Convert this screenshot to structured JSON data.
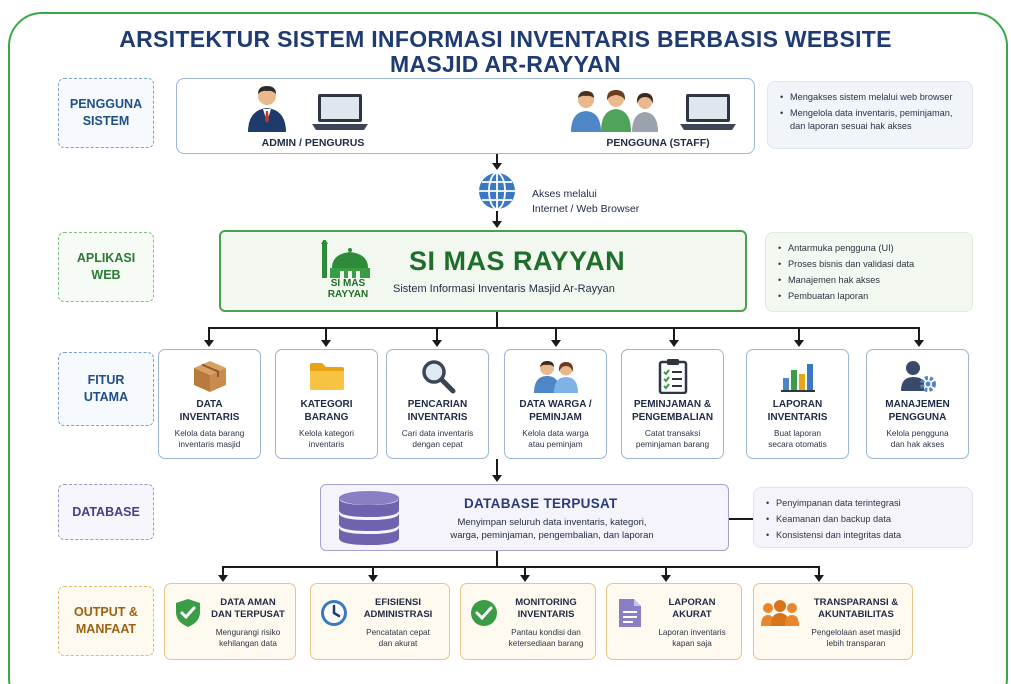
{
  "title": {
    "line1": "ARSITEKTUR SISTEM INFORMASI INVENTARIS BERBASIS WEBSITE",
    "line2": "MASJID AR-RAYYAN"
  },
  "layers": {
    "users": "PENGGUNA\nSISTEM",
    "app": "APLIKASI\nWEB",
    "features": "FITUR\nUTAMA",
    "database": "DATABASE",
    "output": "OUTPUT &\nMANFAAT"
  },
  "users": {
    "admin_label": "ADMIN / PENGURUS",
    "staff_label": "PENGGUNA (STAFF)",
    "notes": [
      "Mengakses sistem melalui web browser",
      "Mengelola data inventaris, peminjaman, dan laporan sesuai hak akses"
    ]
  },
  "access": {
    "line1": "Akses melalui",
    "line2": "Internet / Web Browser"
  },
  "app": {
    "name": "SI MAS RAYYAN",
    "subtitle": "Sistem Informasi Inventaris Masjid Ar-Rayyan",
    "logo_line1": "SI MAS",
    "logo_line2": "RAYYAN",
    "notes": [
      "Antarmuka pengguna (UI)",
      "Proses bisnis dan validasi data",
      "Manajemen hak akses",
      "Pembuatan laporan"
    ]
  },
  "features": [
    {
      "title": "DATA\nINVENTARIS",
      "desc": "Kelola data barang\ninventaris masjid",
      "icon": "box-icon"
    },
    {
      "title": "KATEGORI\nBARANG",
      "desc": "Kelola kategori\ninventaris",
      "icon": "folder-icon"
    },
    {
      "title": "PENCARIAN\nINVENTARIS",
      "desc": "Cari data inventaris\ndengan cepat",
      "icon": "magnifier-icon"
    },
    {
      "title": "DATA WARGA /\nPEMINJAM",
      "desc": "Kelola data warga\natau peminjam",
      "icon": "people-icon"
    },
    {
      "title": "PEMINJAMAN &\nPENGEMBALIAN",
      "desc": "Catat transaksi\npeminjaman barang",
      "icon": "clipboard-icon"
    },
    {
      "title": "LAPORAN\nINVENTARIS",
      "desc": "Buat laporan\nsecara otomatis",
      "icon": "bar-chart-icon"
    },
    {
      "title": "MANAJEMEN\nPENGGUNA",
      "desc": "Kelola pengguna\ndan hak akses",
      "icon": "user-gear-icon"
    }
  ],
  "database": {
    "title": "DATABASE TERPUSAT",
    "desc": "Menyimpan seluruh data inventaris, kategori,\nwarga, peminjaman, pengembalian, dan laporan",
    "notes": [
      "Penyimpanan data terintegrasi",
      "Keamanan dan backup data",
      "Konsistensi dan integritas data"
    ]
  },
  "outputs": [
    {
      "title": "DATA AMAN\nDAN TERPUSAT",
      "desc": "Mengurangi risiko\nkehilangan data",
      "icon": "shield-check-icon"
    },
    {
      "title": "EFISIENSI\nADMINISTRASI",
      "desc": "Pencatatan cepat\ndan akurat",
      "icon": "clock-icon"
    },
    {
      "title": "MONITORING\nINVENTARIS",
      "desc": "Pantau kondisi dan\nketersediaan barang",
      "icon": "check-circle-icon"
    },
    {
      "title": "LAPORAN\nAKURAT",
      "desc": "Laporan inventaris\nkapan saja",
      "icon": "document-icon"
    },
    {
      "title": "TRANSPARANSI &\nAKUNTABILITAS",
      "desc": "Pengelolaan aset masjid\nlebih transparan",
      "icon": "team-icon"
    }
  ],
  "colors": {
    "frame": "#39a845",
    "title": "#1f3b73",
    "app_green": "#1f6e2a",
    "feature_border": "#9bb4d8",
    "database_border": "#a7a0d2",
    "output_border": "#e6c48a"
  }
}
